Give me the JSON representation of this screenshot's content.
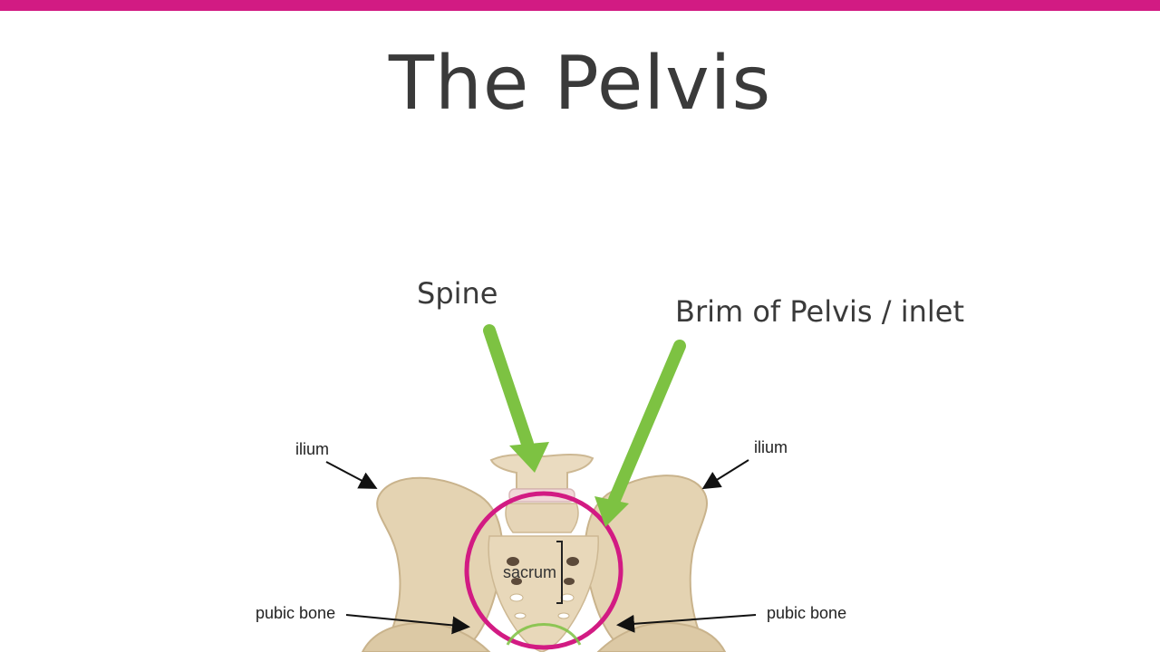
{
  "slide": {
    "title": "The Pelvis",
    "accent_color": "#d21b83",
    "arrow_color": "#7dc242"
  },
  "callouts": {
    "spine": "Spine",
    "brim": "Brim of Pelvis / inlet"
  },
  "diagram_labels": {
    "ilium_left": "ilium",
    "ilium_right": "ilium",
    "sacrum": "sacrum",
    "pubic_bone_left": "pubic bone",
    "pubic_bone_right": "pubic bone"
  }
}
